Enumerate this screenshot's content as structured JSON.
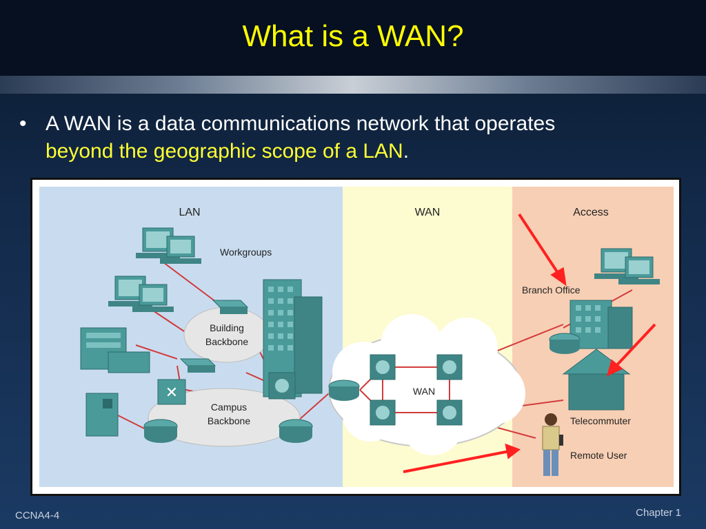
{
  "slide": {
    "title": "What is a WAN?",
    "bullet": {
      "text_plain": "A WAN is a data communications network that operates",
      "text_highlight": "beyond the geographic scope of a LAN",
      "text_end": "."
    }
  },
  "diagram": {
    "zones": {
      "lan": "LAN",
      "wan": "WAN",
      "access": "Access"
    },
    "labels": {
      "workgroups": "Workgroups",
      "building_backbone_1": "Building",
      "building_backbone_2": "Backbone",
      "campus_backbone_1": "Campus",
      "campus_backbone_2": "Backbone",
      "wan_cloud": "WAN",
      "branch_office": "Branch Office",
      "telecommuter": "Telecommuter",
      "remote_user": "Remote User"
    }
  },
  "footer": {
    "left": "CCNA4-4",
    "right": "Chapter 1"
  },
  "colors": {
    "title": "#ffff00",
    "highlight": "#ffff33",
    "lan_zone": "#c9dcef",
    "wan_zone": "#fdfbd0",
    "access_zone": "#f7cfb4",
    "device": "#3f8f8f",
    "link": "#d23a3a",
    "arrow": "#ff2020"
  }
}
